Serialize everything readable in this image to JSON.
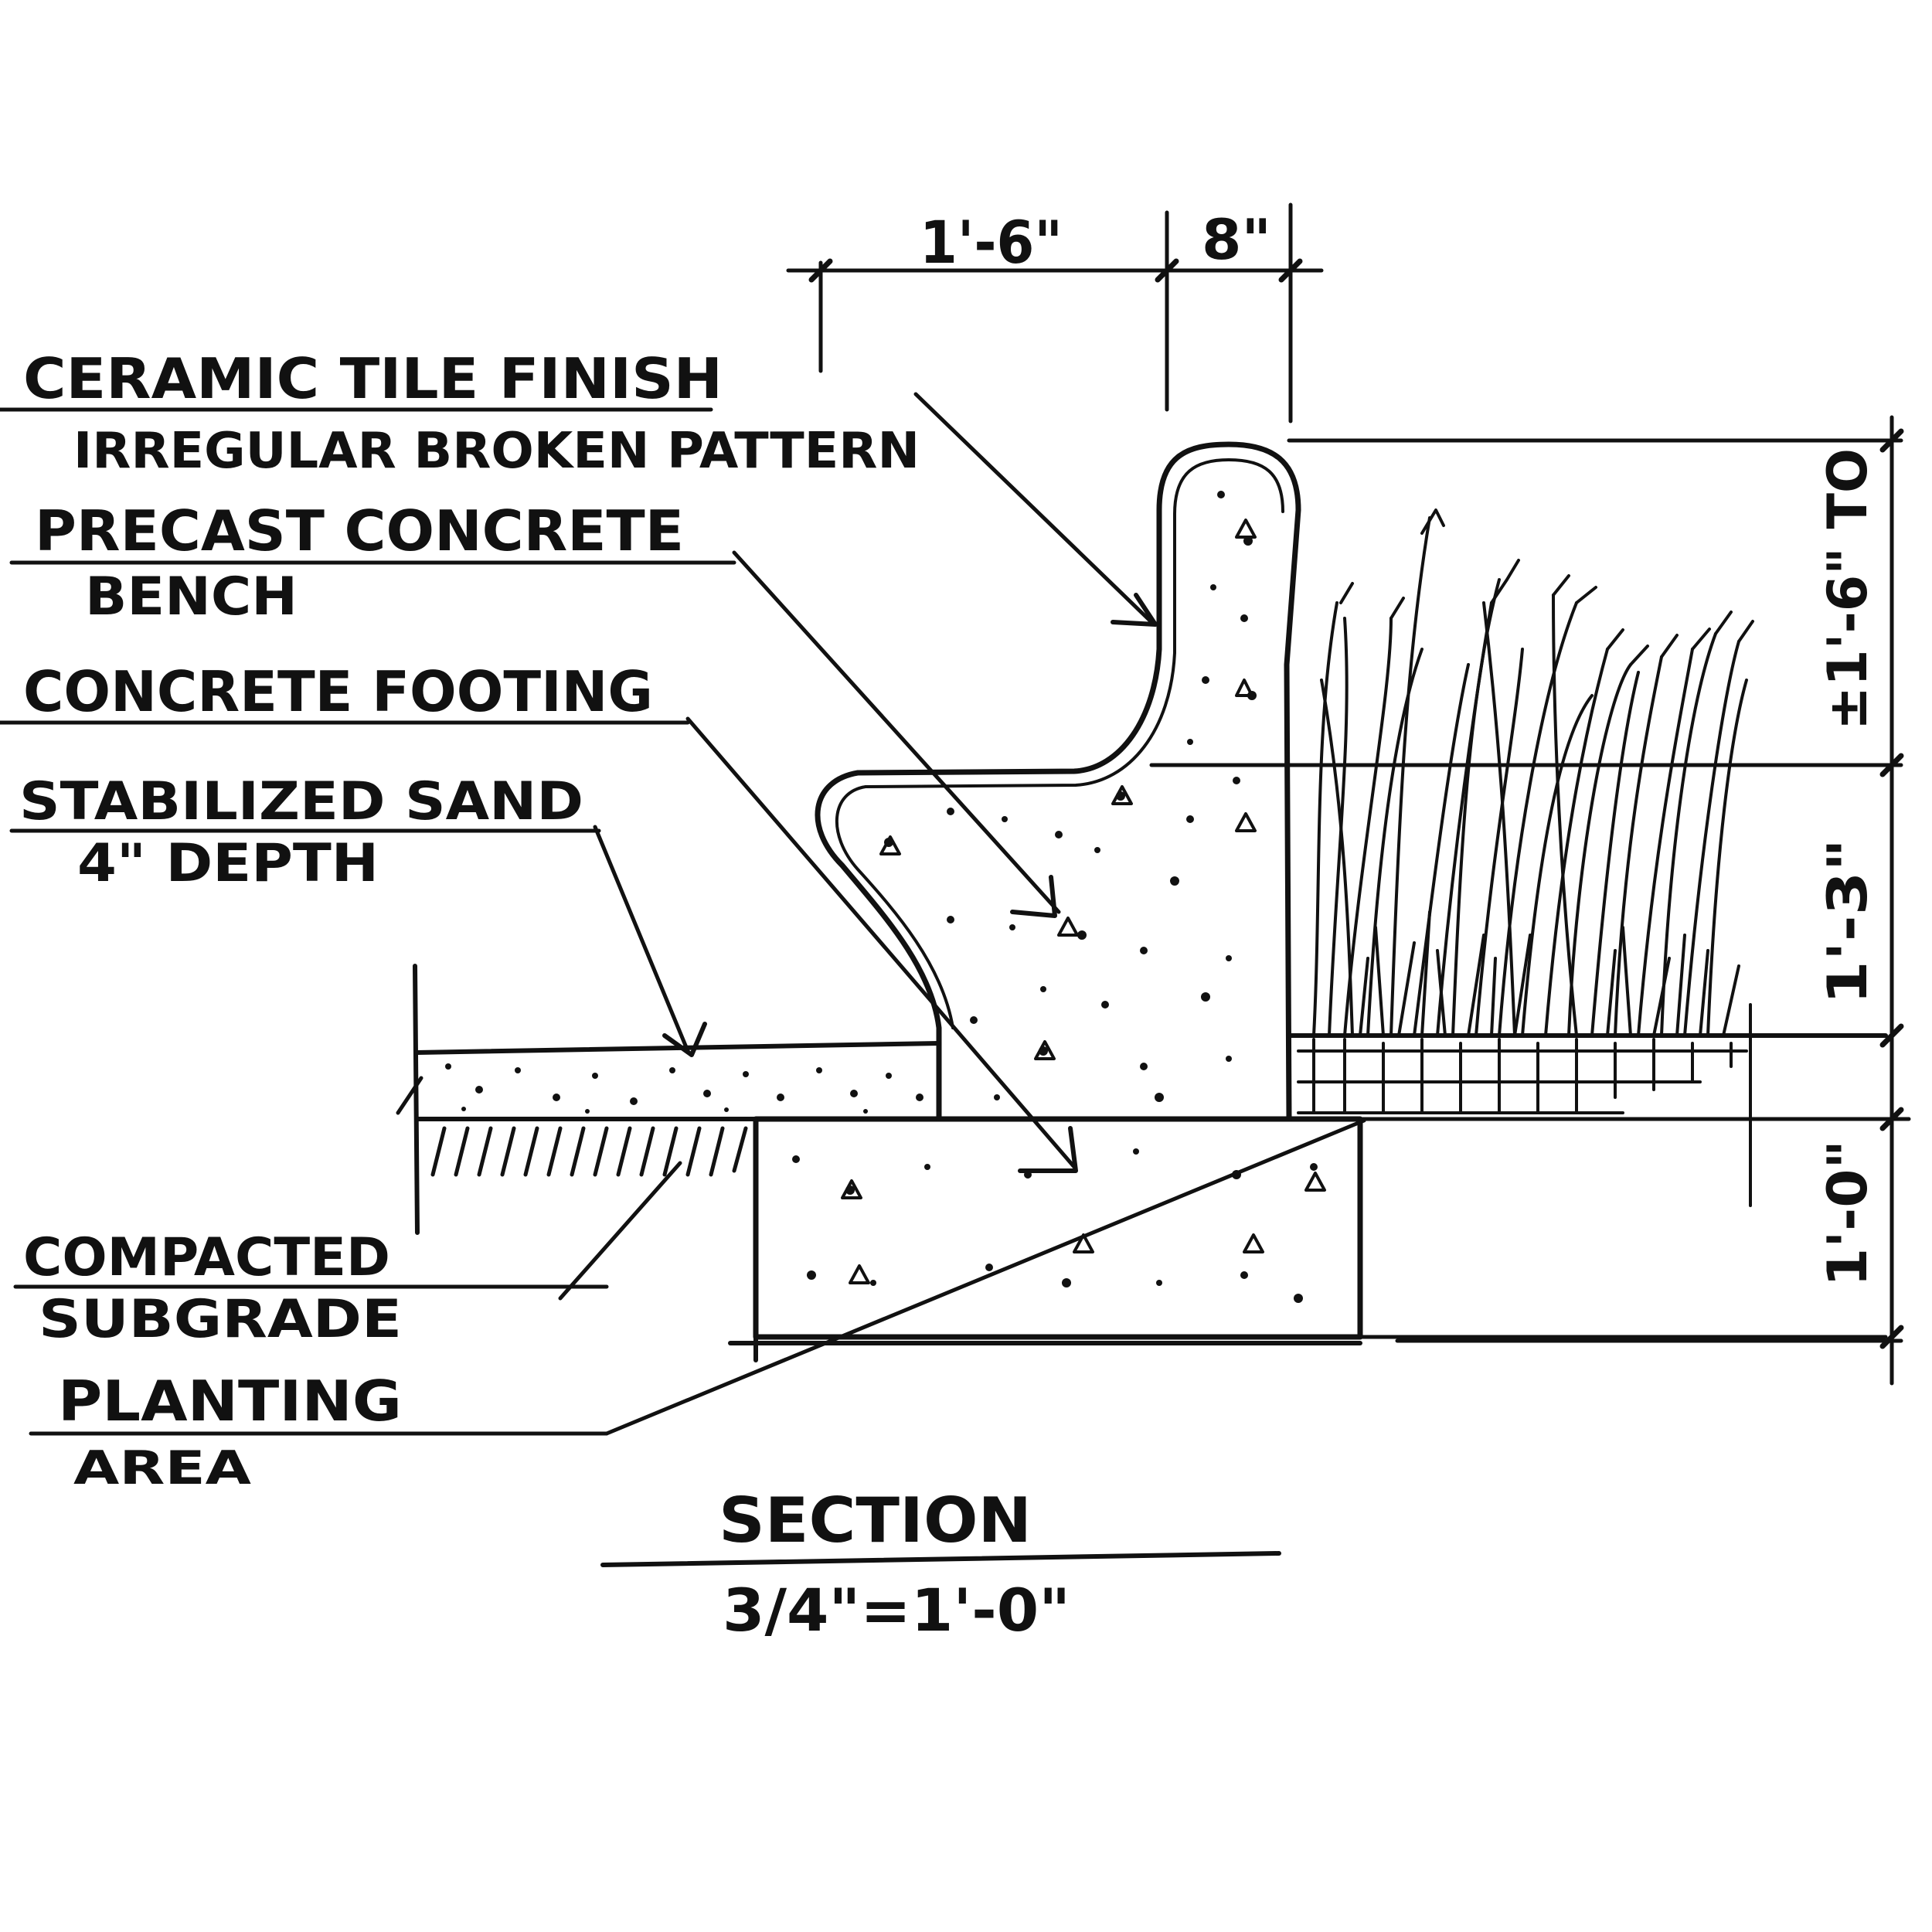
{
  "colors": {
    "ink": "#111111",
    "paper": "#ffffff"
  },
  "labels": {
    "ceramic_tile_1": "CERAMIC TILE FINISH",
    "ceramic_tile_2": "IRREGULAR BROKEN PATTERN",
    "bench_1": "PRECAST CONCRETE",
    "bench_2": "BENCH",
    "footing": "CONCRETE FOOTING",
    "sand_1": "STABILIZED SAND",
    "sand_2": "4\" DEPTH",
    "subgrade_1": "COMPACTED",
    "subgrade_2": "SUBGRADE",
    "planting_1": "PLANTING",
    "planting_2": "AREA"
  },
  "dimensions": {
    "seat_depth": "1'-6\"",
    "back_width": "8\"",
    "back_height": "±1'-6\" TO",
    "seat_height": "1'-3\"",
    "footing_height": "1'-0\""
  },
  "title": {
    "name": "SECTION",
    "scale": "3/4\"=1'-0\""
  }
}
